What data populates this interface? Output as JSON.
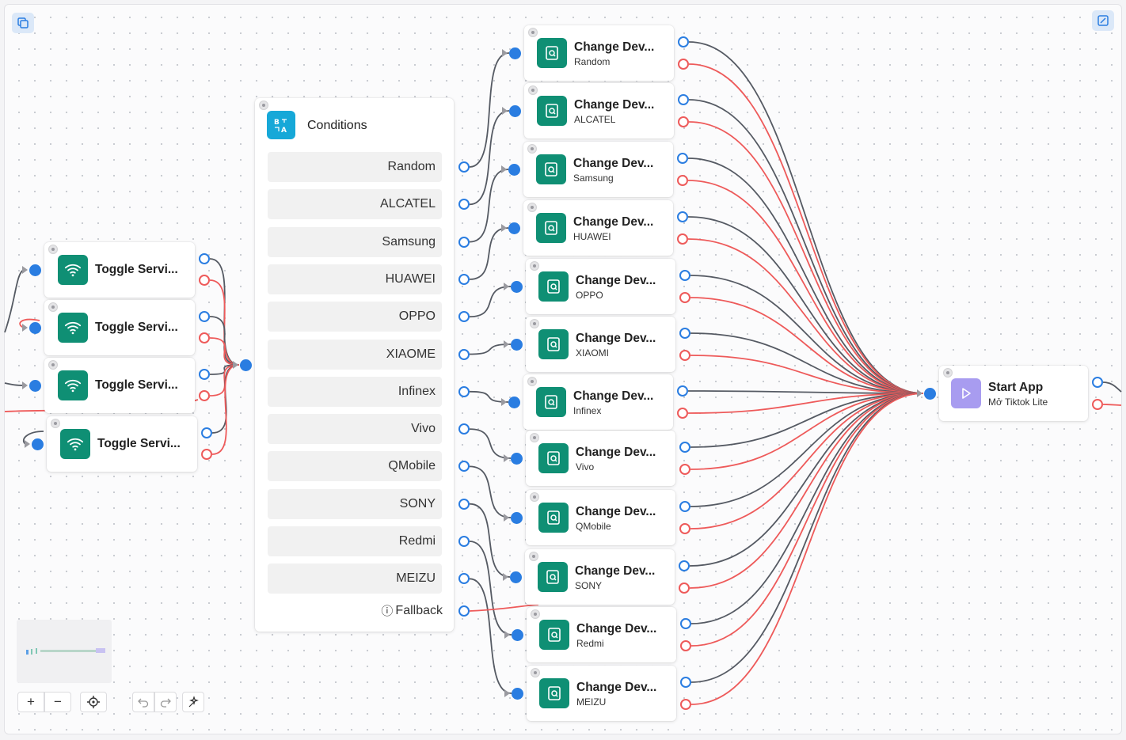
{
  "toggle_nodes": [
    {
      "title": "Toggle Servi..."
    },
    {
      "title": "Toggle Servi..."
    },
    {
      "title": "Toggle Servi..."
    },
    {
      "title": "Toggle Servi..."
    }
  ],
  "conditions": {
    "title": "Conditions",
    "options": [
      "Random",
      "ALCATEL",
      "Samsung",
      "HUAWEI",
      "OPPO",
      "XIAOME",
      "Infinex",
      "Vivo",
      "QMobile",
      "SONY",
      "Redmi",
      "MEIZU"
    ],
    "fallback": "Fallback"
  },
  "change_nodes": [
    {
      "title": "Change Dev...",
      "subtitle": "Random"
    },
    {
      "title": "Change Dev...",
      "subtitle": "ALCATEL"
    },
    {
      "title": "Change Dev...",
      "subtitle": "Samsung"
    },
    {
      "title": "Change Dev...",
      "subtitle": "HUAWEI"
    },
    {
      "title": "Change Dev...",
      "subtitle": "OPPO"
    },
    {
      "title": "Change Dev...",
      "subtitle": "XIAOMI"
    },
    {
      "title": "Change Dev...",
      "subtitle": "Infinex"
    },
    {
      "title": "Change Dev...",
      "subtitle": "Vivo"
    },
    {
      "title": "Change Dev...",
      "subtitle": "QMobile"
    },
    {
      "title": "Change Dev...",
      "subtitle": "SONY"
    },
    {
      "title": "Change Dev...",
      "subtitle": "Redmi"
    },
    {
      "title": "Change Dev...",
      "subtitle": "MEIZU"
    }
  ],
  "start_app": {
    "title": "Start App",
    "subtitle": "Mở Tiktok Lite"
  },
  "icons": {
    "toggle": "wifi-icon",
    "conditions": "translate-icon",
    "change": "device-icon",
    "start": "play-icon",
    "top_left": "copy-icon",
    "top_right": "edit-icon",
    "zoom_in": "plus-icon",
    "zoom_out": "minus-icon",
    "fit": "crosshair-icon",
    "undo": "undo-icon",
    "redo": "redo-icon",
    "auto_layout": "magic-icon"
  },
  "colors": {
    "accent_teal": "#0f8f74",
    "success_edge": "#2a7de1",
    "error_edge": "#ee5a5a",
    "start_purple": "#a89cf0",
    "conditions_blue": "#16a8d8"
  }
}
